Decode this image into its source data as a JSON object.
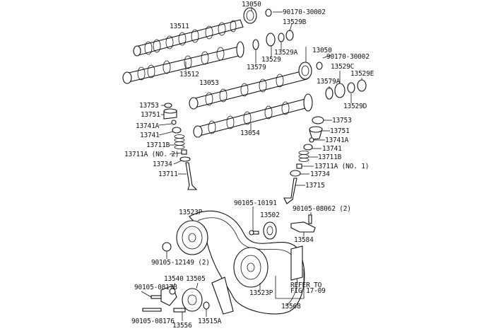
{
  "diagram": {
    "title": "Camshaft & Valve / Timing Belt exploded view",
    "labels": {
      "p13050_a": "13050",
      "p90170_a": "90170-30002",
      "p13529B": "13529B",
      "p13511": "13511",
      "p13529A": "13529A",
      "p13050_b": "13050",
      "p90170_b": "90170-30002",
      "p13529": "13529",
      "p13579": "13579",
      "p13512": "13512",
      "p13529C": "13529C",
      "p13529E": "13529E",
      "p13053": "13053",
      "p13579A": "13579A",
      "p13529D": "13529D",
      "p13753_l": "13753",
      "p13751_l": "13751",
      "p13741A_l": "13741A",
      "p13741_l": "13741",
      "p13711B_l": "13711B",
      "p13711A_l": "13711A (NO. 2)",
      "p13734_l": "13734",
      "p13711": "13711",
      "p13054": "13054",
      "p13753_r": "13753",
      "p13751_r": "13751",
      "p13741A_r": "13741A",
      "p13741_r": "13741",
      "p13711B_r": "13711B",
      "p13711A_r": "13711A (NO. 1)",
      "p13734_r": "13734",
      "p13715": "13715",
      "p13523P_a": "13523P",
      "p90105_10191": "90105-10191",
      "p13502": "13502",
      "p90105_08062": "90105-08062 (2)",
      "p13584": "13584",
      "p90105_12149": "90105-12149 (2)",
      "p13540": "13540",
      "p13505": "13505",
      "p90105_08178": "90105-08178",
      "p90105_08176": "90105-08176",
      "p13556": "13556",
      "p13515A": "13515A",
      "p13523P_b": "13523P",
      "p13568": "13568",
      "refer1": "REFER TO",
      "refer2": "FIG 17-09"
    }
  }
}
